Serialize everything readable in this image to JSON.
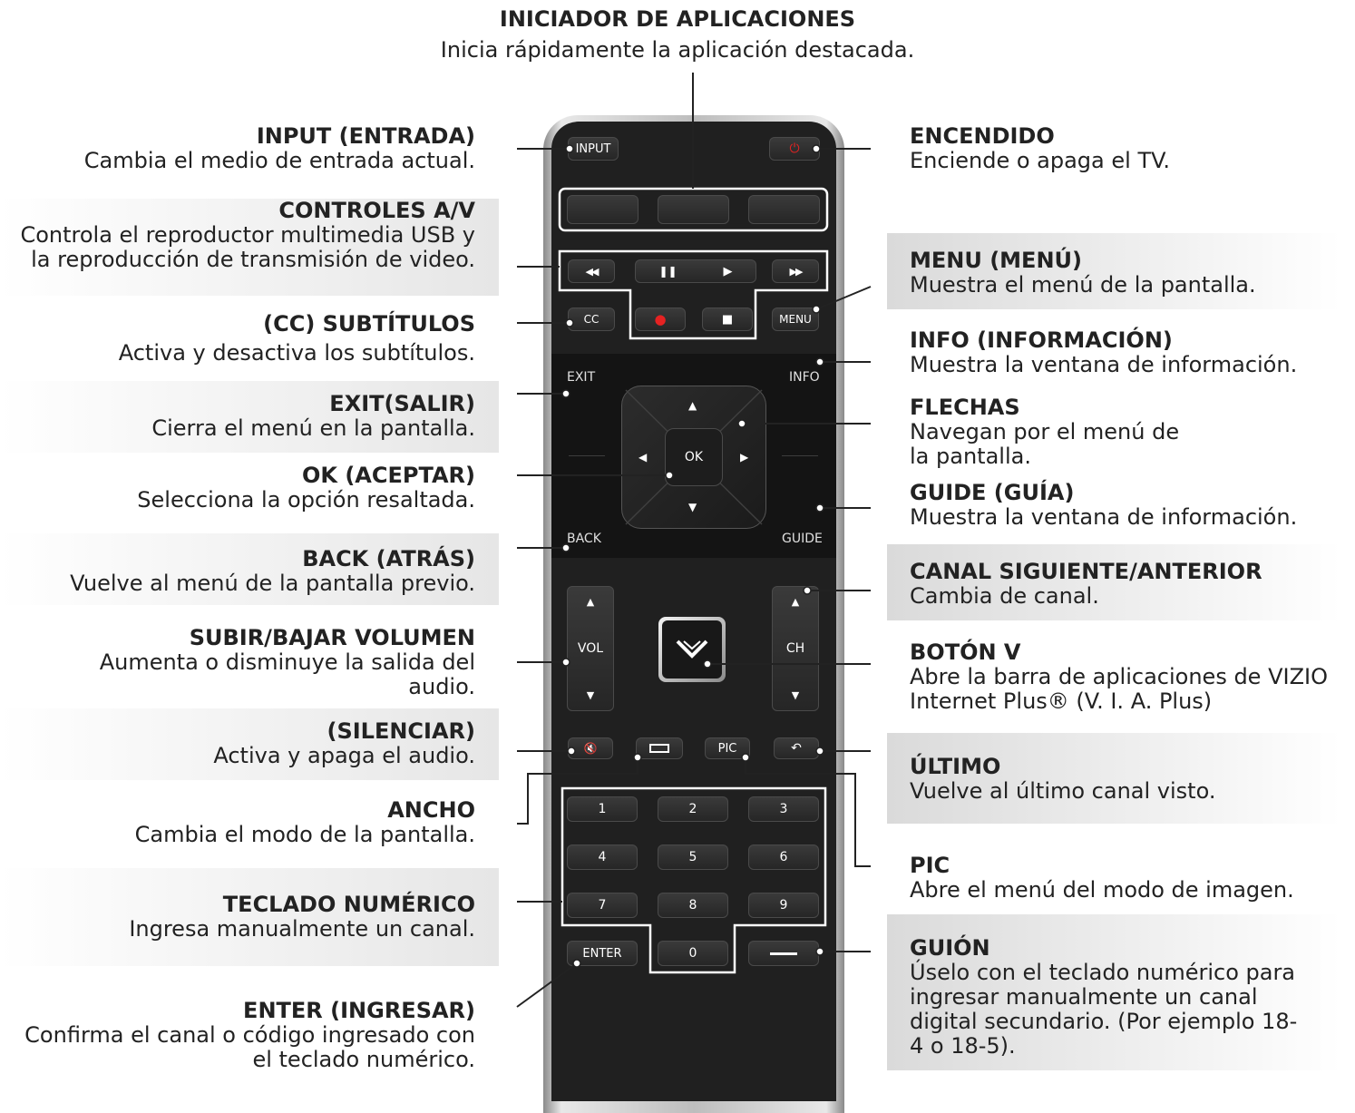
{
  "top_label": {
    "title": "INICIADOR DE APLICACIONES",
    "desc": "Inicia rápidamente la aplicación destacada."
  },
  "left_labels": [
    {
      "title": "INPUT (ENTRADA)",
      "desc": "Cambia el medio de entrada actual."
    },
    {
      "title": "CONTROLES A/V",
      "desc": "Controla el reproductor multimedia USB y la reproducción de transmisión de video."
    },
    {
      "title": "(CC) SUBTÍTULOS",
      "desc": "Activa y desactiva los subtítulos."
    },
    {
      "title": "EXIT(SALIR)",
      "desc": "Cierra el menú en la pantalla."
    },
    {
      "title": "OK (ACEPTAR)",
      "desc": "Selecciona la opción resaltada."
    },
    {
      "title": "BACK (ATRÁS)",
      "desc": "Vuelve al menú de la pantalla previo."
    },
    {
      "title": "SUBIR/BAJAR VOLUMEN",
      "desc": "Aumenta o disminuye la salida del audio."
    },
    {
      "title": "(SILENCIAR)",
      "desc": "Activa y apaga el audio."
    },
    {
      "title": "ANCHO",
      "desc": "Cambia el modo de la pantalla."
    },
    {
      "title": "TECLADO NUMÉRICO",
      "desc": "Ingresa manualmente un canal."
    },
    {
      "title": "ENTER (INGRESAR)",
      "desc": "Confirma el canal o código ingresado con el teclado numérico."
    }
  ],
  "right_labels": [
    {
      "title": "ENCENDIDO",
      "desc": "Enciende o apaga el TV."
    },
    {
      "title": "MENU (MENÚ)",
      "desc": "Muestra el menú de la pantalla."
    },
    {
      "title": "INFO (INFORMACIÓN)",
      "desc": "Muestra la ventana de información."
    },
    {
      "title": "FLECHAS",
      "desc": "Navegan por el menú de la pantalla."
    },
    {
      "title": "GUIDE (GUÍA)",
      "desc": "Muestra la ventana de información."
    },
    {
      "title": "CANAL SIGUIENTE/ANTERIOR",
      "desc": "Cambia de canal."
    },
    {
      "title": "BOTÓN V",
      "desc": "Abre la barra de aplicaciones de VIZIO Internet Plus® (V. I. A. Plus)"
    },
    {
      "title": "ÚLTIMO",
      "desc": "Vuelve al último canal visto."
    },
    {
      "title": "PIC",
      "desc": "Abre el menú del modo de imagen."
    },
    {
      "title": "GUIÓN",
      "desc": "Úselo con el teclado numérico para ingresar manualmente un canal digital secundario. (Por ejemplo 18-4 o 18-5)."
    }
  ],
  "remote": {
    "input": "INPUT",
    "cc": "CC",
    "menu": "MENU",
    "exit": "EXIT",
    "info": "INFO",
    "back": "BACK",
    "guide": "GUIDE",
    "ok": "OK",
    "vol": "VOL",
    "ch": "CH",
    "pic": "PIC",
    "enter": "ENTER",
    "power_symbol": "⏻",
    "rewind_symbol": "◀◀",
    "pause_symbol": "❚❚",
    "play_symbol": "▶",
    "ff_symbol": "▶▶",
    "record_symbol": "●",
    "stop_symbol": "■",
    "up_symbol": "▲",
    "down_symbol": "▼",
    "left_symbol": "◀",
    "right_symbol": "▶",
    "mute_symbol": "🔇",
    "last_symbol": "↶",
    "v_symbol": "V",
    "digits": [
      "1",
      "2",
      "3",
      "4",
      "5",
      "6",
      "7",
      "8",
      "9",
      "0"
    ]
  }
}
